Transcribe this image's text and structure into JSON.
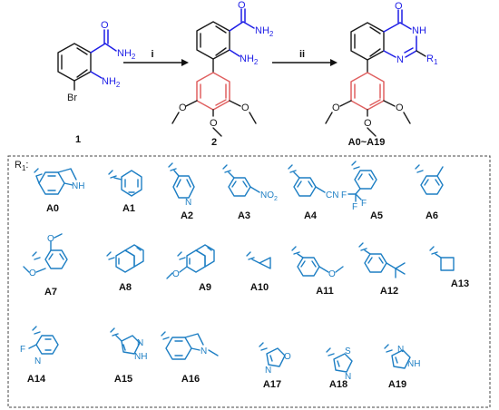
{
  "scheme": {
    "compound_1": "1",
    "compound_2": "2",
    "products": "A0~A19",
    "step1": "i",
    "step2": "ii",
    "atoms": {
      "NH2": "NH",
      "two": "2",
      "Br": "Br",
      "O": "O",
      "N": "N",
      "NH": "NH",
      "R": "R",
      "one": "1"
    }
  },
  "substituents": {
    "header_R": "R",
    "header_sub": "1",
    "header_colon": ":",
    "labels": [
      "A0",
      "A1",
      "A2",
      "A3",
      "A4",
      "A5",
      "A6",
      "A7",
      "A8",
      "A9",
      "A10",
      "A11",
      "A12",
      "A13",
      "A14",
      "A15",
      "A16",
      "A17",
      "A18",
      "A19"
    ],
    "atoms": {
      "NH": "NH",
      "N": "N",
      "NO2": "NO",
      "two": "2",
      "CN": "CN",
      "F": "F",
      "O": "O",
      "S": "S"
    }
  },
  "colors": {
    "scaffold": "#1e1ee6",
    "trimethoxy": "#e06060",
    "substituent": "#1e7fc4",
    "box_border": "#444444"
  }
}
